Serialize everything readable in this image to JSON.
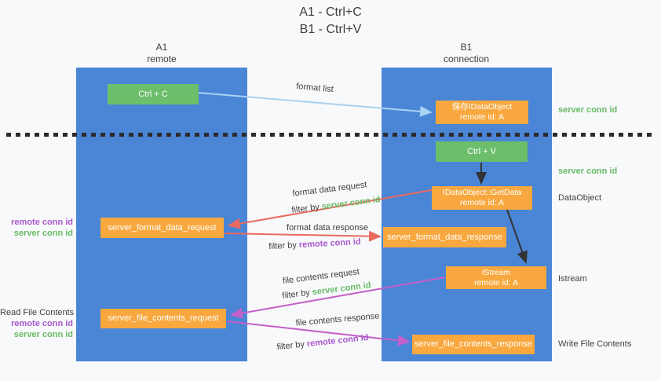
{
  "title": {
    "line1": "A1 - Ctrl+C",
    "line2": "B1 - Ctrl+V"
  },
  "lanes": {
    "left": {
      "name": "A1",
      "role": "remote"
    },
    "right": {
      "name": "B1",
      "role": "connection"
    }
  },
  "boxes": {
    "ctrl_c": {
      "label": "Ctrl + C"
    },
    "ctrl_v": {
      "label": "Ctrl + V"
    },
    "save_dataobject": {
      "line1": "保存IDataObject",
      "line2": "remote id: A"
    },
    "getdata": {
      "line1": "IDataObject::GetData",
      "line2": "remote id: A"
    },
    "istream": {
      "line1": "IStream",
      "line2": "remote id: A"
    },
    "format_request": {
      "label": "server_format_data_request"
    },
    "format_response": {
      "label": "server_format_data_response"
    },
    "file_request": {
      "label": "server_file_contents_request"
    },
    "file_response": {
      "label": "server_file_contents_response"
    }
  },
  "arrows": {
    "format_list": {
      "label": "format list"
    },
    "format_data_request": {
      "label": "format data request",
      "filter_prefix": "filter by ",
      "filter_key": "server conn id"
    },
    "format_data_response": {
      "label": "format data response",
      "filter_prefix": "filter by ",
      "filter_key": "remote conn id"
    },
    "file_contents_request": {
      "label": "file contents request",
      "filter_prefix": "filter by ",
      "filter_key": "server conn id"
    },
    "file_contents_response": {
      "label": "file contents response",
      "filter_prefix": "filter by ",
      "filter_key": "remote conn id"
    }
  },
  "annotations": {
    "left_mid": {
      "remote": "remote conn id",
      "server": "server conn id"
    },
    "left_bottom": {
      "title": "Read File Contents",
      "remote": "remote conn id",
      "server": "server conn id"
    },
    "right_top_server": "server conn id",
    "right_mid_server": "server conn id",
    "right_dataobject": "DataObject",
    "right_istream": "Istream",
    "right_write": "Write File Contents"
  },
  "colors": {
    "lane_blue": "#4a85d6",
    "box_green": "#6cbe6b",
    "box_orange": "#f8a83e",
    "arrow_light_blue": "#a9d3f2",
    "arrow_red": "#e96a5e",
    "arrow_magenta": "#c55fc8",
    "arrow_black": "#333333",
    "text_green": "#68bb66",
    "text_purple": "#a957cd",
    "dotted_line": "#2b2b2b",
    "background": "#f8f9fa"
  }
}
